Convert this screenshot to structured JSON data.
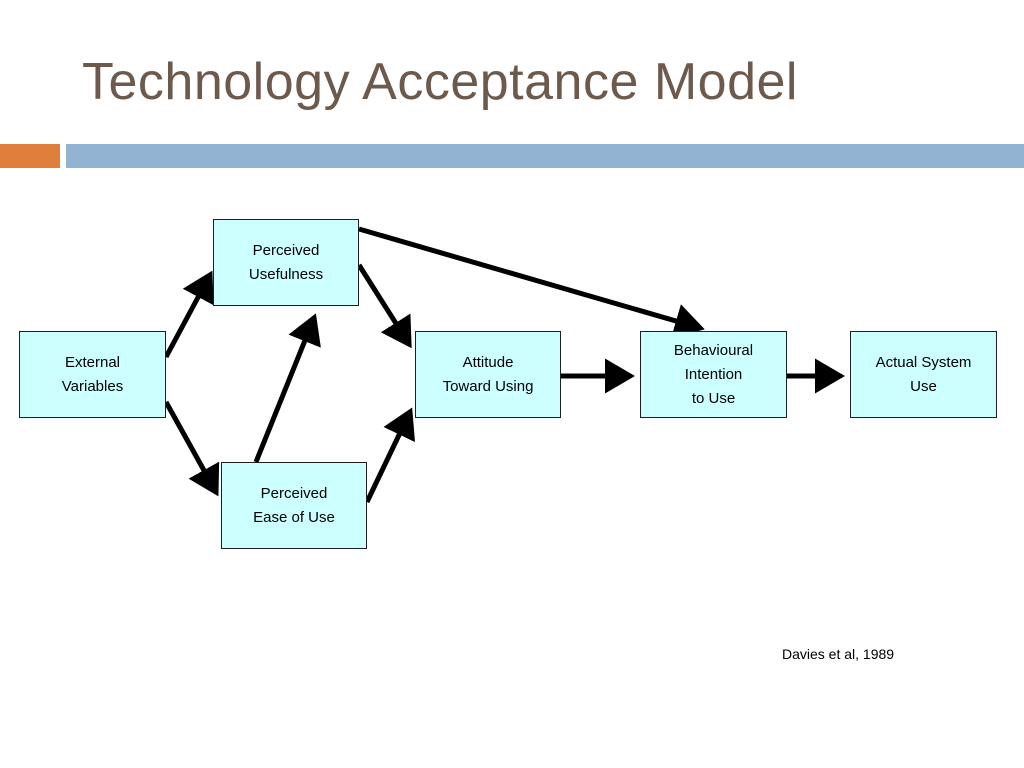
{
  "slide": {
    "title": "Technology Acceptance Model",
    "citation": "Davies et al, 1989"
  },
  "diagram": {
    "nodes": {
      "external_variables": "External\nVariables",
      "perceived_usefulness": "Perceived\nUsefulness",
      "perceived_ease_of_use": "Perceived\nEase of Use",
      "attitude_toward_using": "Attitude\nToward Using",
      "behavioural_intention": "Behavioural\nIntention\nto Use",
      "actual_system_use": "Actual System\nUse"
    },
    "edges": [
      {
        "from": "external_variables",
        "to": "perceived_usefulness"
      },
      {
        "from": "external_variables",
        "to": "perceived_ease_of_use"
      },
      {
        "from": "perceived_ease_of_use",
        "to": "perceived_usefulness"
      },
      {
        "from": "perceived_usefulness",
        "to": "attitude_toward_using"
      },
      {
        "from": "perceived_usefulness",
        "to": "behavioural_intention"
      },
      {
        "from": "perceived_ease_of_use",
        "to": "attitude_toward_using"
      },
      {
        "from": "attitude_toward_using",
        "to": "behavioural_intention"
      },
      {
        "from": "behavioural_intention",
        "to": "actual_system_use"
      }
    ],
    "colors": {
      "box_fill": "#ccffff",
      "arrow": "#000000"
    }
  },
  "colors": {
    "title": "#6d5a4d",
    "accent_orange": "#e07f3c",
    "accent_blue": "#92b3d1"
  }
}
